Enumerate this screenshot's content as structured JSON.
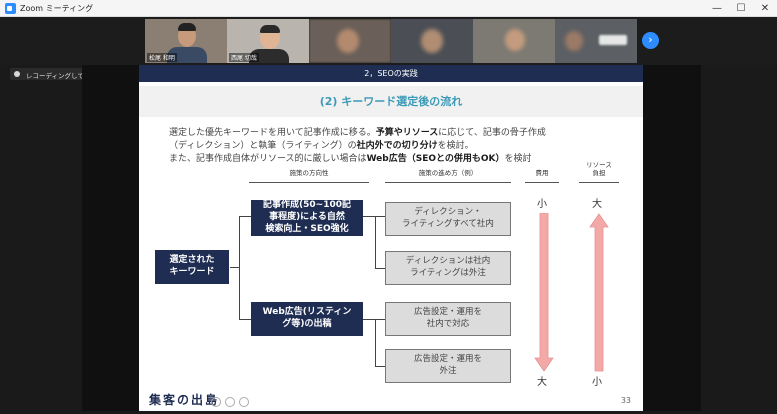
{
  "window": {
    "title": "Zoom ミーティング",
    "controls": {
      "minimize": "—",
      "maximize": "☐",
      "close": "✕"
    }
  },
  "participants": [
    {
      "name": "松尾 和明"
    },
    {
      "name": "西尾 切哉"
    },
    {
      "name": ""
    },
    {
      "name": ""
    },
    {
      "name": ""
    },
    {
      "name": ""
    },
    {
      "name": ""
    }
  ],
  "recording": {
    "label": "レコーディングしています..."
  },
  "slide": {
    "header": "2，SEOの実践",
    "subtitle": "(2) キーワード選定後の流れ",
    "para1_a": "選定した優先キーワードを用いて記事作成に移る。",
    "para1_b": "予算やリソース",
    "para1_c": "に応じて、記事の骨子作成",
    "para2_a": "（ディレクション）と執筆（ライティング）の",
    "para2_b": "社内外での切り分け",
    "para2_c": "を検討。",
    "para3_a": "また、記事作成自体がリソース的に厳しい場合は",
    "para3_b": "Web広告（SEOとの併用もOK）",
    "para3_c": "を検討",
    "col_direction": "施策の方向性",
    "col_method": "施策の進め方（例）",
    "col_cost": "費用",
    "col_resource": "リソース\n負担",
    "root_box": "選定された\nキーワード",
    "branch1": "記事作成(50~100記\n事程度)による自然\n検索向上・SEO強化",
    "branch2": "Web広告(リスティン\nグ等)の出稿",
    "leaf1": "ディレクション・\nライティングすべて社内",
    "leaf2": "ディレクションは社内\nライティングは外注",
    "leaf3": "広告設定・運用を\n社内で対応",
    "leaf4": "広告設定・運用を\n外注",
    "cost_top": "小",
    "cost_bottom": "大",
    "res_top": "大",
    "res_bottom": "小",
    "page": "33",
    "logo": "集客の出島"
  },
  "colors": {
    "navy": "#1f2d52",
    "teal": "#3d9ab7",
    "arrow_pink": "#f4a9a9",
    "zoom_blue": "#2d8cff"
  }
}
